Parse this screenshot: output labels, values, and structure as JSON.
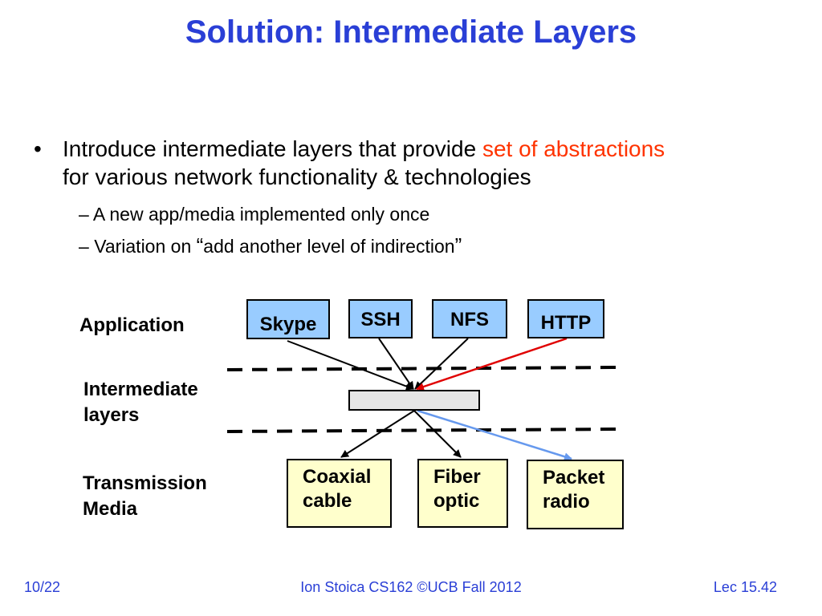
{
  "slide": {
    "title": "Solution: Intermediate Layers",
    "bullet": {
      "marker": "•",
      "text_before": "Introduce intermediate layers that provide ",
      "highlight": "set of abstractions",
      "text_after": "for various network functionality & technologies"
    },
    "sub_bullets": [
      {
        "dash": "–",
        "text": "A new app/media implemented only once"
      },
      {
        "dash": "–",
        "text_before": "Variation on ",
        "open_quote": "“",
        "quote": "add another level of indirection",
        "close_quote": "”"
      }
    ]
  },
  "diagram": {
    "row_labels": {
      "application": "Application",
      "intermediate_line1": "Intermediate",
      "intermediate_line2": "layers",
      "transmission_line1": "Transmission",
      "transmission_line2": "Media"
    },
    "applications": [
      "Skype",
      "SSH",
      "NFS",
      "HTTP"
    ],
    "media": [
      {
        "line1": "Coaxial",
        "line2": "cable"
      },
      {
        "line1": "Fiber",
        "line2": "optic"
      },
      {
        "line1": "Packet",
        "line2": "radio"
      }
    ],
    "colors": {
      "app_fill": "#99ccff",
      "media_fill": "#ffffcc",
      "layer_fill": "#e6e6e6",
      "highlight_arrow_app": "#e00000",
      "highlight_arrow_media": "#6699ee"
    }
  },
  "footer": {
    "page": "10/22",
    "center": "Ion Stoica CS162 ©UCB Fall 2012",
    "lecture": "Lec 15.42"
  },
  "theme": {
    "title_color": "#2a3fd6",
    "emphasis_color": "#ff3300"
  }
}
